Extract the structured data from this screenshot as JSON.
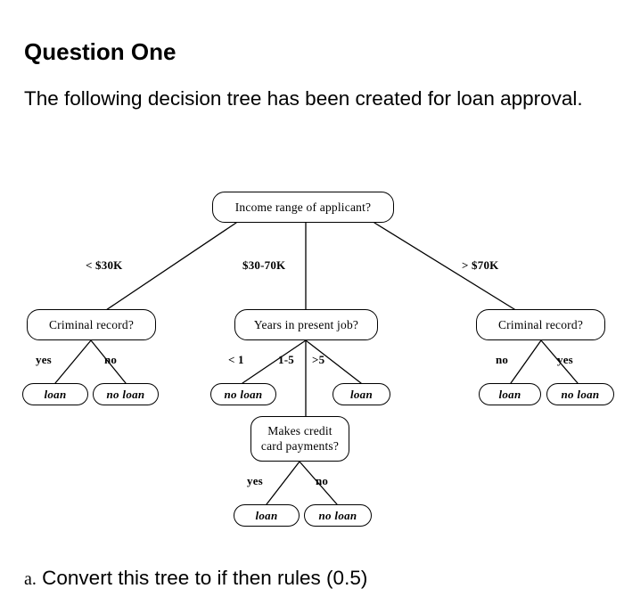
{
  "page": {
    "title": "Question One",
    "intro": "The following decision tree has been created for loan approval.",
    "closing_marker": "a.",
    "closing": "Convert this tree to if then rules (0.5)",
    "background_color": "#ffffff",
    "ink_color": "#000000"
  },
  "tree": {
    "root": {
      "label": "Income range of applicant?"
    },
    "branches": [
      {
        "label": "< $30K"
      },
      {
        "label": "$30-70K"
      },
      {
        "label": "> $70K"
      }
    ],
    "level2": [
      {
        "label": "Criminal record?"
      },
      {
        "label": "Years in present job?"
      },
      {
        "label": "Criminal record?"
      }
    ],
    "left_branch_labels": [
      {
        "label": "yes"
      },
      {
        "label": "no"
      }
    ],
    "left_leaves": [
      {
        "label": "loan"
      },
      {
        "label": "no loan"
      }
    ],
    "middle_branch_labels": [
      {
        "label": "< 1"
      },
      {
        "label": "1-5"
      },
      {
        "label": ">5"
      }
    ],
    "middle_leaves": [
      {
        "label": "no loan"
      },
      {
        "label": "loan"
      }
    ],
    "right_branch_labels": [
      {
        "label": "no"
      },
      {
        "label": "yes"
      }
    ],
    "right_leaves": [
      {
        "label": "loan"
      },
      {
        "label": "no loan"
      }
    ],
    "credit_node": {
      "line1": "Makes credit",
      "line2": "card payments?"
    },
    "credit_branch_labels": [
      {
        "label": "yes"
      },
      {
        "label": "no"
      }
    ],
    "credit_leaves": [
      {
        "label": "loan"
      },
      {
        "label": "no loan"
      }
    ]
  }
}
